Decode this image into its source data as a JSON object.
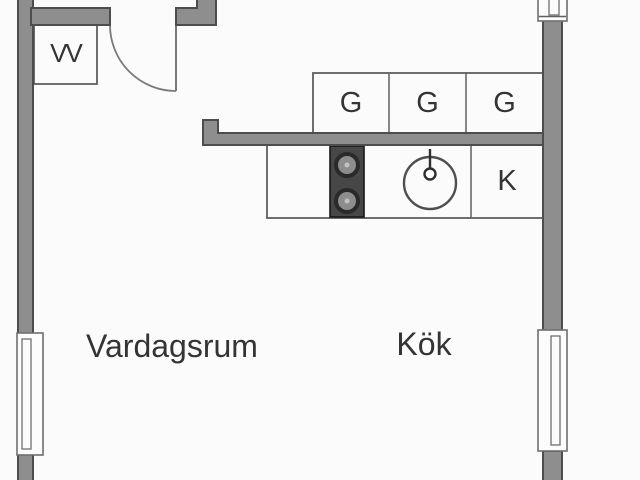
{
  "plan": {
    "type": "apartment-floor-plan",
    "rooms": {
      "living": "Vardagsrum",
      "kitchen": "Kök"
    },
    "fixture_labels": {
      "vv": "VV",
      "wardrobes": [
        "G",
        "G",
        "G"
      ],
      "fridge": "K"
    },
    "symbols": [
      "stove-symbol",
      "sink-symbol",
      "door-swing-arc",
      "window-symbol-left",
      "window-symbol-right",
      "window-symbol-top"
    ],
    "colors": {
      "background": "#fbfbfb",
      "wall_fill": "#8e8e8e",
      "wall_outline": "#4d4d4d",
      "symbol_line": "#6f6f6f",
      "stove_fill": "#474747",
      "burner_fill": "#8d8d8d",
      "text": "#343434"
    }
  }
}
